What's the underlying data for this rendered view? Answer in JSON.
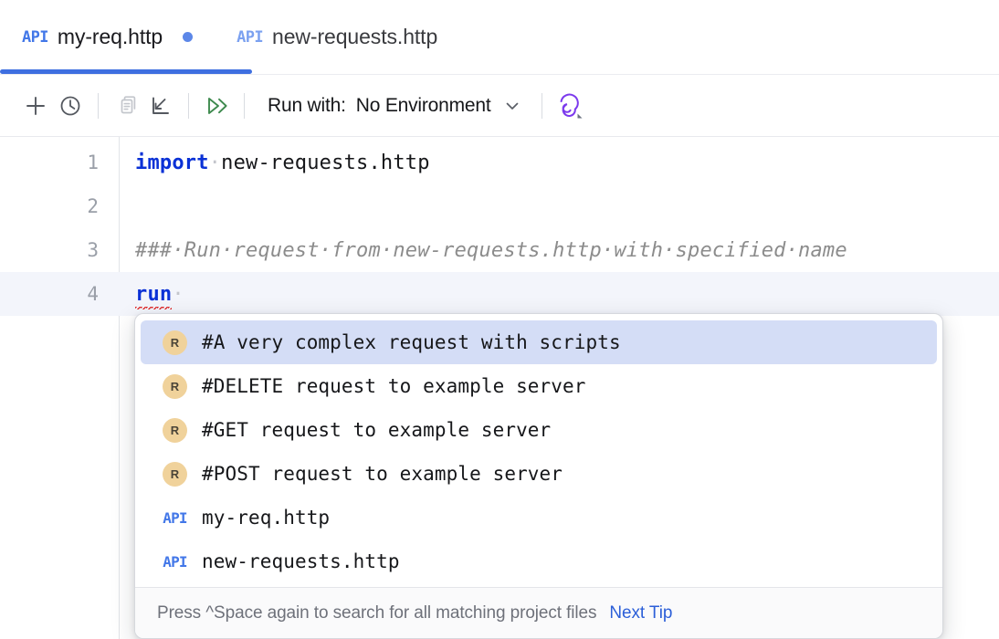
{
  "tabs": [
    {
      "badge": "API",
      "title": "my-req.http",
      "modified": true,
      "active": true
    },
    {
      "badge": "API",
      "title": "new-requests.http",
      "modified": false,
      "active": false
    }
  ],
  "toolbar": {
    "add_label": "add-request",
    "history_label": "history",
    "paste_label": "paste-from-clipboard",
    "convert_label": "convert-to-code",
    "run_all_label": "run-all-requests",
    "run_with_label": "Run with:",
    "environment_value": "No Environment",
    "ai_label": "ai-assistant"
  },
  "editor": {
    "lines": [
      {
        "number": "1",
        "current": false
      },
      {
        "number": "2",
        "current": false
      },
      {
        "number": "3",
        "current": false
      },
      {
        "number": "4",
        "current": true
      }
    ],
    "line1": {
      "keyword": "import",
      "rest": "new-requests.http"
    },
    "line3": {
      "comment": "###·Run·request·from·new-requests.http·with·specified·name"
    },
    "line4": {
      "token": "run"
    }
  },
  "completion": {
    "items": [
      {
        "icon": "request-icon",
        "icon_text": "R",
        "label": "#A very complex request with scripts",
        "selected": true
      },
      {
        "icon": "request-icon",
        "icon_text": "R",
        "label": "#DELETE request to example server",
        "selected": false
      },
      {
        "icon": "request-icon",
        "icon_text": "R",
        "label": "#GET request to example server",
        "selected": false
      },
      {
        "icon": "request-icon",
        "icon_text": "R",
        "label": "#POST request to example server",
        "selected": false
      },
      {
        "icon": "api-file-icon",
        "icon_text": "API",
        "label": "my-req.http",
        "selected": false
      },
      {
        "icon": "api-file-icon",
        "icon_text": "API",
        "label": "new-requests.http",
        "selected": false
      }
    ],
    "footer_hint": "Press ^Space again to search for all matching project files",
    "footer_link": "Next Tip"
  },
  "colors": {
    "accent_blue": "#3E6FE0",
    "api_blue": "#4277E8",
    "keyword_blue": "#0A31D6",
    "run_green": "#3E8A4E",
    "ai_purple": "#7C3AED",
    "selection": "#D4DDF6",
    "request_icon": "#F0D29B",
    "error_red": "#E03030"
  }
}
